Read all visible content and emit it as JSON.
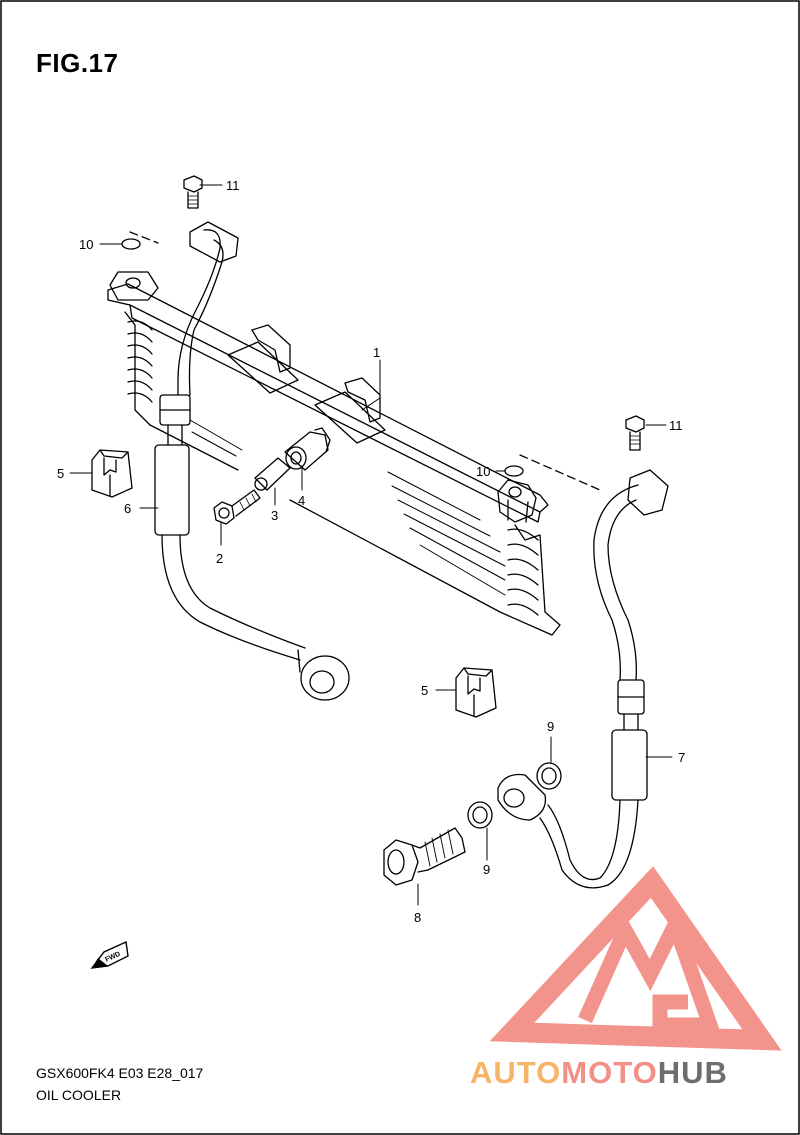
{
  "figure": {
    "title": "FIG.17",
    "model_code": "GSX600FK4 E03 E28_017",
    "caption": "OIL COOLER"
  },
  "callouts": {
    "c1": "1",
    "c2": "2",
    "c3": "3",
    "c4": "4",
    "c5a": "5",
    "c5b": "5",
    "c6": "6",
    "c7": "7",
    "c8": "8",
    "c9a": "9",
    "c9b": "9",
    "c10a": "10",
    "c10b": "10",
    "c11a": "11",
    "c11b": "11"
  },
  "fwd_label": "FWD",
  "watermark": {
    "word_part1": "AUTO",
    "word_part2": "MOTO",
    "word_part3": "HUB",
    "color_part1": "#f7b467",
    "color_part2": "#f28f86",
    "color_part3": "#6e6e6e",
    "logo_color": "#f28f86"
  }
}
